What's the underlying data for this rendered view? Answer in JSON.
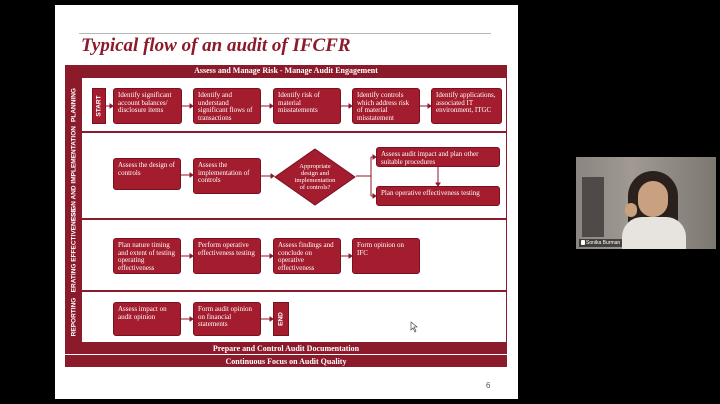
{
  "slide": {
    "title": "Typical flow of an audit of IFCFR",
    "page_number": "6",
    "top_band": "Assess and Manage Risk - Manage Audit Engagement",
    "bottom_band_1": "Prepare and Control Audit Documentation",
    "bottom_band_2": "Continuous Focus on Audit Quality"
  },
  "lanes": {
    "planning": {
      "label": "PLANNING",
      "start": "START",
      "steps": [
        "Identify significant account balances/ disclosure items",
        "Identify and understand significant flows of transactions",
        "Identify risk of material misstatements",
        "Identify controls which address risk of material misstatement",
        "Identify applications, associated IT environment, ITGC"
      ]
    },
    "design": {
      "label": "DESIGN AND IMPLEMENTATION",
      "steps": [
        "Assess the design of controls",
        "Assess the implementation of controls"
      ],
      "decision": "Appropriate design and implementation of controls?",
      "outcome_top": "Assess audit impact and plan other suitable procedures",
      "outcome_bottom": "Plan operative effectiveness testing"
    },
    "operating": {
      "label": "OPERATING EFFECTIVENESS",
      "steps": [
        "Plan nature timing and extent of testing operating effectiveness",
        "Perform operative effectiveness testing",
        "Assess findings and conclude on operative effectiveness",
        "Form opinion on IFC"
      ]
    },
    "reporting": {
      "label": "REPORTING",
      "steps": [
        "Assess impact on audit opinion",
        "Form audit opinion on financial statements"
      ],
      "end": "END"
    }
  },
  "video": {
    "participant_name": "Sonika Burman"
  },
  "colors": {
    "accent": "#8b1a2b",
    "box": "#a31d2e"
  }
}
